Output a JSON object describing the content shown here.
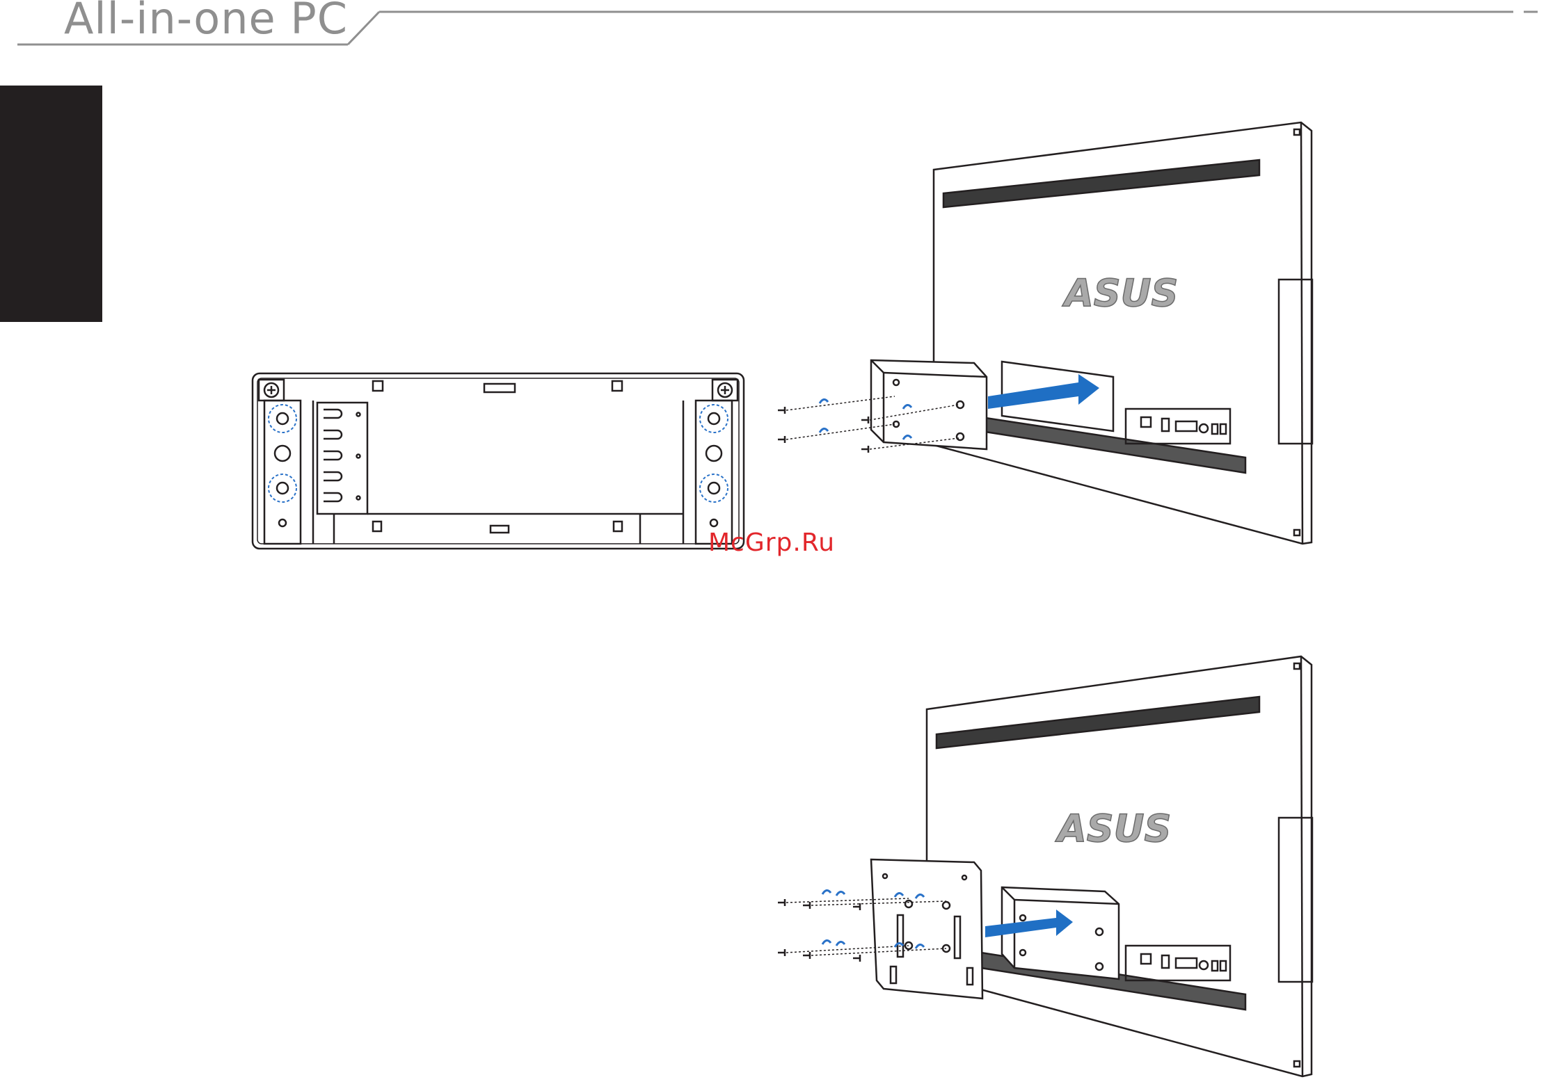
{
  "header": {
    "title": "All-in-one PC"
  },
  "watermark": {
    "text": "McGrp.Ru"
  },
  "figures": {
    "top_monitor_logo": "ASUS",
    "bottom_monitor_logo": "ASUS"
  },
  "colors": {
    "accent_arrow": "#1f6fc4",
    "screw_guide": "#2a72c8",
    "header_gray": "#8f8f8f",
    "side_tab": "#231f20",
    "watermark": "#e2262b"
  }
}
